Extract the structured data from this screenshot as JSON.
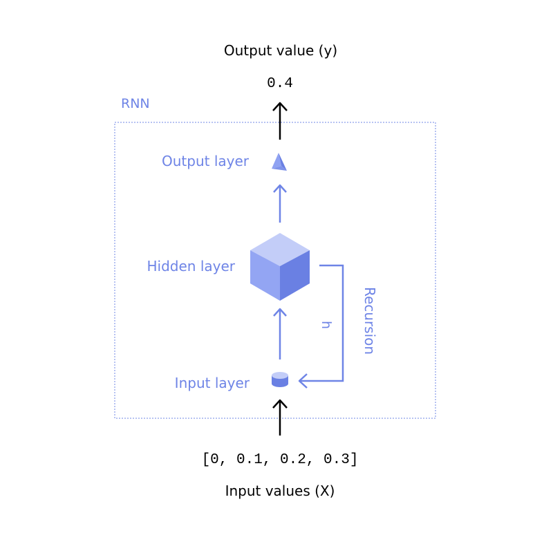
{
  "output": {
    "label": "Output value (y)",
    "value": "0.4"
  },
  "input": {
    "label": "Input values (X)",
    "value": "[0, 0.1, 0.2, 0.3]"
  },
  "rnn": {
    "title": "RNN",
    "layers": {
      "output": "Output layer",
      "hidden": "Hidden layer",
      "input": "Input layer"
    },
    "loop": {
      "recursion": "Recursion",
      "state": "h"
    }
  },
  "colors": {
    "accent": "#6e84e6",
    "accent_light": "#c3cdf8",
    "accent_mid": "#8fa2f2",
    "accent_dark": "#6a80e3",
    "black": "#000000"
  }
}
